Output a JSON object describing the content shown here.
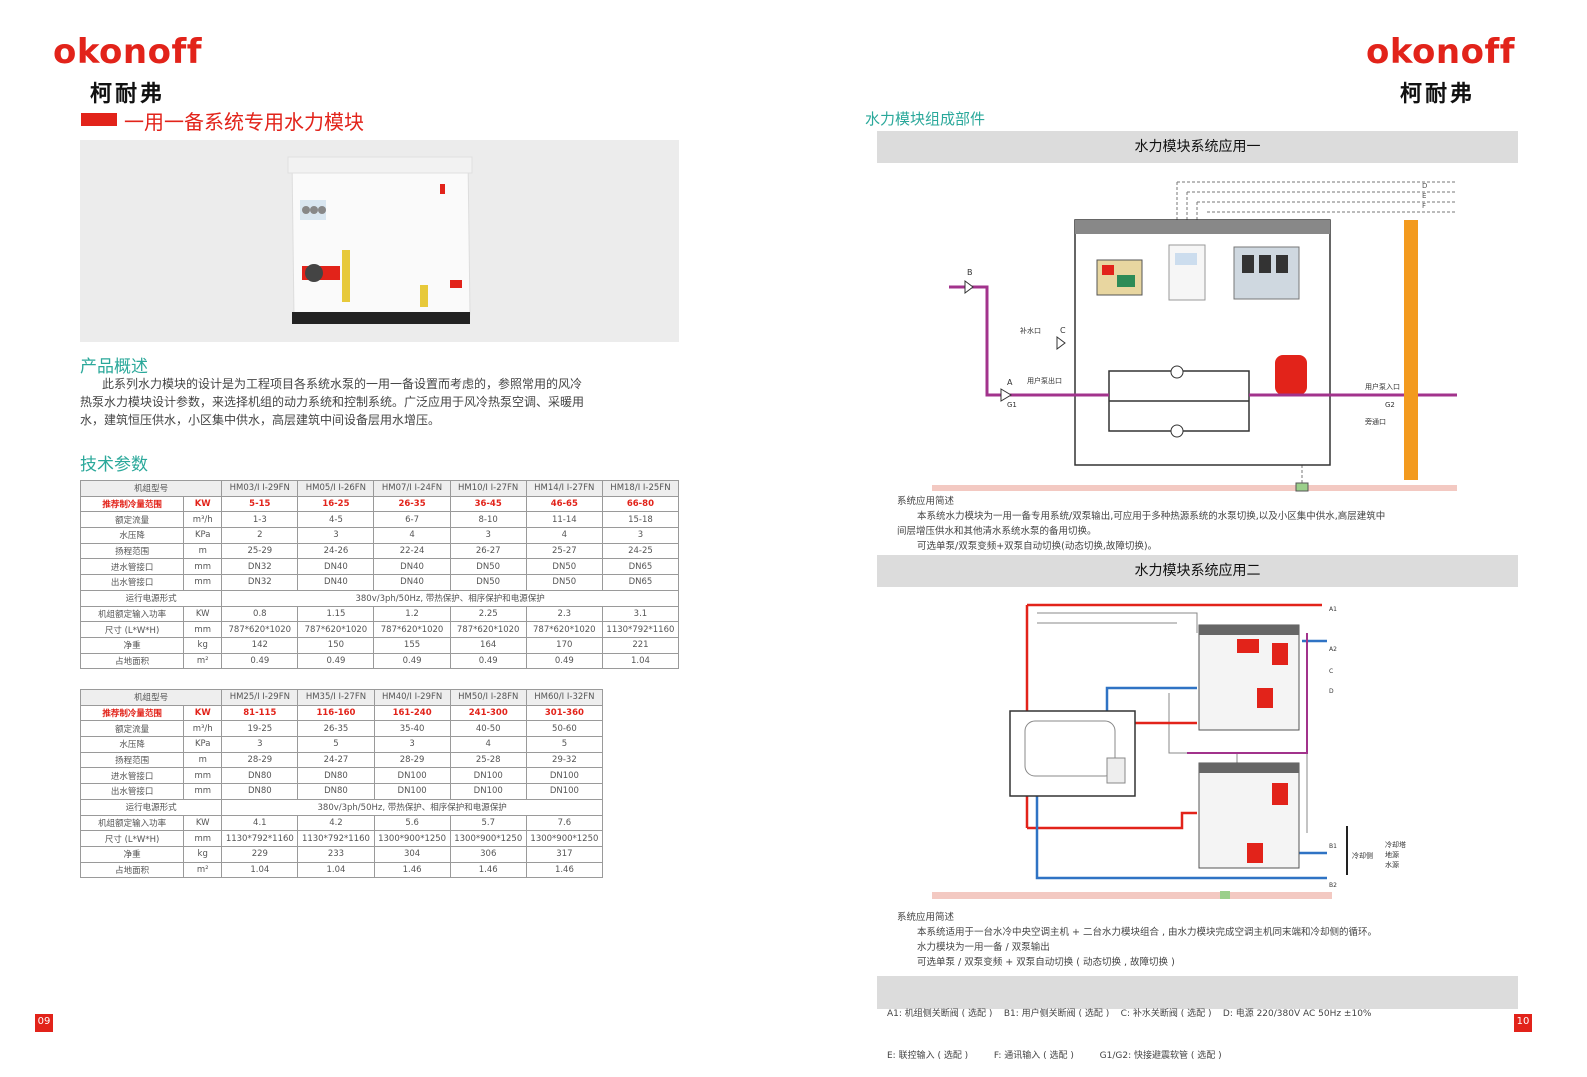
{
  "left": {
    "logo": "okonoff",
    "logo_cn": "柯耐弗",
    "title": "一用一备系统专用水力模块",
    "overview_title": "产品概述",
    "overview_lines": [
      "此系列水力模块的设计是为工程项目各系统水泵的一用一备设置而考虑的，参照常用的风冷",
      "热泵水力模块设计参数，来选择机组的动力系统和控制系统。广泛应用于风冷热泵空调、采暖用",
      "水，建筑恒压供水，小区集中供水，高层建筑中间设备层用水增压。"
    ],
    "tech_title": "技术参数",
    "page_number": "09",
    "table1": {
      "header": [
        "机组型号",
        "",
        "HM03/I I-29FN",
        "HM05/I I-26FN",
        "HM07/I I-24FN",
        "HM10/I I-27FN",
        "HM14/I I-27FN",
        "HM18/I I-25FN"
      ],
      "rows": [
        [
          "推荐制冷量范围",
          "KW",
          "5-15",
          "16-25",
          "26-35",
          "36-45",
          "46-65",
          "66-80"
        ],
        [
          "额定流量",
          "m³/h",
          "1-3",
          "4-5",
          "6-7",
          "8-10",
          "11-14",
          "15-18"
        ],
        [
          "水压降",
          "KPa",
          "2",
          "3",
          "4",
          "3",
          "4",
          "3"
        ],
        [
          "扬程范围",
          "m",
          "25-29",
          "24-26",
          "22-24",
          "26-27",
          "25-27",
          "24-25"
        ],
        [
          "进水管接口",
          "mm",
          "DN32",
          "DN40",
          "DN40",
          "DN50",
          "DN50",
          "DN65"
        ],
        [
          "出水管接口",
          "mm",
          "DN32",
          "DN40",
          "DN40",
          "DN50",
          "DN50",
          "DN65"
        ]
      ],
      "power_label": "运行电源形式",
      "power_value": "380v/3ph/50Hz, 带热保护、相序保护和电源保护",
      "rows2": [
        [
          "机组额定输入功率",
          "KW",
          "0.8",
          "1.15",
          "1.2",
          "2.25",
          "2.3",
          "3.1"
        ],
        [
          "尺寸 (L*W*H)",
          "mm",
          "787*620*1020",
          "787*620*1020",
          "787*620*1020",
          "787*620*1020",
          "787*620*1020",
          "1130*792*1160"
        ],
        [
          "净重",
          "kg",
          "142",
          "150",
          "155",
          "164",
          "170",
          "221"
        ],
        [
          "占地面积",
          "m²",
          "0.49",
          "0.49",
          "0.49",
          "0.49",
          "0.49",
          "1.04"
        ]
      ]
    },
    "table2": {
      "header": [
        "机组型号",
        "",
        "HM25/I I-29FN",
        "HM35/I I-27FN",
        "HM40/I I-29FN",
        "HM50/I I-28FN",
        "HM60/I I-32FN"
      ],
      "rows": [
        [
          "推荐制冷量范围",
          "KW",
          "81-115",
          "116-160",
          "161-240",
          "241-300",
          "301-360"
        ],
        [
          "额定流量",
          "m³/h",
          "19-25",
          "26-35",
          "35-40",
          "40-50",
          "50-60"
        ],
        [
          "水压降",
          "KPa",
          "3",
          "5",
          "3",
          "4",
          "5"
        ],
        [
          "扬程范围",
          "m",
          "28-29",
          "24-27",
          "28-29",
          "25-28",
          "29-32"
        ],
        [
          "进水管接口",
          "mm",
          "DN80",
          "DN80",
          "DN100",
          "DN100",
          "DN100"
        ],
        [
          "出水管接口",
          "mm",
          "DN80",
          "DN80",
          "DN100",
          "DN100",
          "DN100"
        ]
      ],
      "power_label": "运行电源形式",
      "power_value": "380v/3ph/50Hz, 带热保护、相序保护和电源保护",
      "rows2": [
        [
          "机组额定输入功率",
          "KW",
          "4.1",
          "4.2",
          "5.6",
          "5.7",
          "7.6"
        ],
        [
          "尺寸 (L*W*H)",
          "mm",
          "1130*792*1160",
          "1130*792*1160",
          "1300*900*1250",
          "1300*900*1250",
          "1300*900*1250"
        ],
        [
          "净重",
          "kg",
          "229",
          "233",
          "304",
          "306",
          "317"
        ],
        [
          "占地面积",
          "m²",
          "1.04",
          "1.04",
          "1.46",
          "1.46",
          "1.46"
        ]
      ]
    },
    "colors": {
      "brand_red": "#e2231a",
      "accent_green": "#2aa89a"
    }
  },
  "right": {
    "logo": "okonoff",
    "logo_cn": "柯耐弗",
    "section_title": "水力模块组成部件",
    "app1_title": "水力模块系统应用一",
    "app1_note_title": "系统应用简述",
    "app1_note_lines": [
      "本系统水力模块为一用一备专用系统/双泵输出,可应用于多种热源系统的水泵切换,以及小区集中供水,高层建筑中",
      "间层增压供水和其他清水系统水泵的备用切换。",
      "可选单泵/双泵变频+双泵自动切换(动态切换,故障切换)。"
    ],
    "diagram1_labels": {
      "b": "B",
      "c": "C",
      "a": "A",
      "g1": "G1",
      "g2": "G2",
      "d": "D",
      "e": "E",
      "f": "F",
      "makeup": "补水口",
      "user_out": "用户泵出口",
      "user_in": "用户泵入口",
      "drain": "旁通口"
    },
    "app2_title": "水力模块系统应用二",
    "app2_note_title": "系统应用简述",
    "app2_note_lines": [
      "本系统适用于一台水冷中央空调主机 + 二台水力模块组合 , 由水力模块完成空调主机同末端和冷却侧的循环。",
      "水力模块为一用一备 / 双泵输出",
      "可选单泵 / 双泵变频 + 双泵自动切换 ( 动态切换 , 故障切换 )"
    ],
    "diagram2_labels": {
      "a1": "A1",
      "a2": "A2",
      "b1": "B1",
      "b2": "B2",
      "c": "C",
      "d": "D",
      "cool_side": "冷却侧",
      "cool_tower": "冷却塔",
      "ground": "地源",
      "water": "水源"
    },
    "legend_line1": "A1: 机组侧关断阀 ( 选配 )    B1: 用户侧关断阀 ( 选配 )    C: 补水关断阀 ( 选配 )    D: 电源 220/380V AC 50Hz ±10%",
    "legend_line2": "E: 联控输入 ( 选配 )         F: 通讯输入 ( 选配 )         G1/G2: 快接避震软管 ( 选配 )",
    "page_number": "10"
  }
}
